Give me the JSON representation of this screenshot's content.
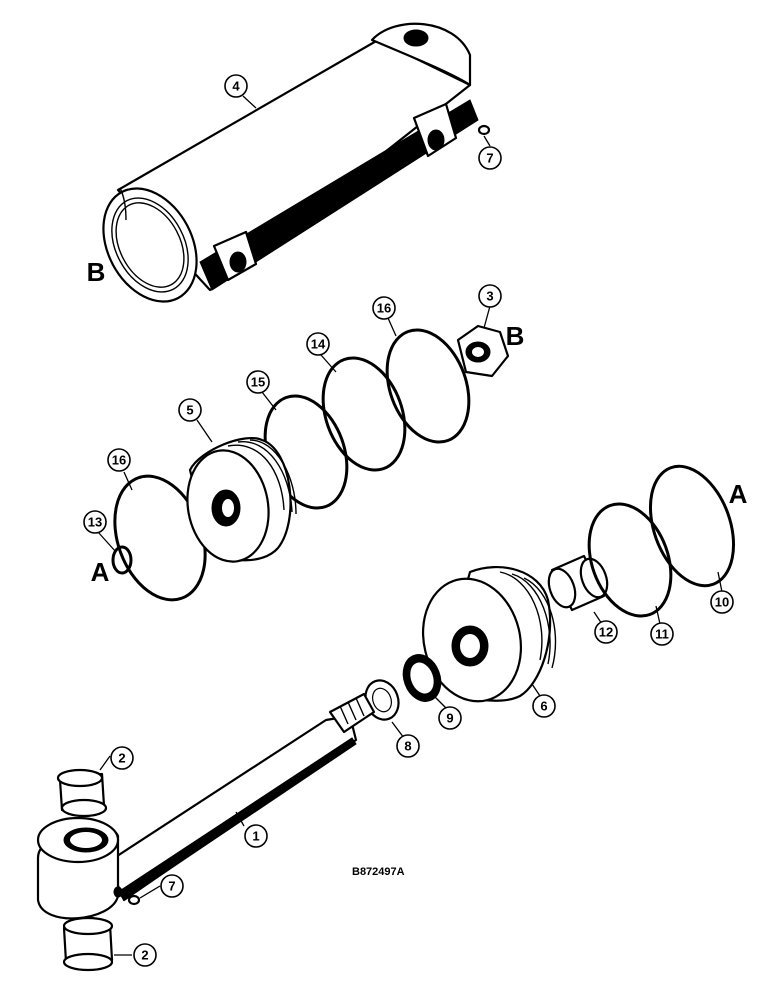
{
  "drawing_number": "B872497A",
  "reference_letters": [
    "A",
    "A",
    "B",
    "B"
  ],
  "callouts": [
    "1",
    "2",
    "2",
    "3",
    "4",
    "5",
    "6",
    "7",
    "7",
    "8",
    "9",
    "10",
    "11",
    "12",
    "13",
    "14",
    "15",
    "16",
    "16"
  ]
}
